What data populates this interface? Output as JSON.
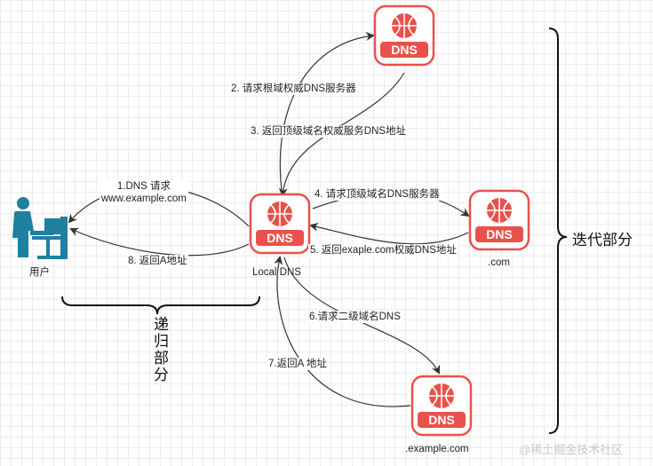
{
  "nodes": {
    "user": {
      "label": "用户"
    },
    "local_dns": {
      "label": "Local DNS"
    },
    "root_dns": {
      "label": ""
    },
    "com_dns": {
      "label": ".com"
    },
    "example_dns": {
      "label": ".example.com"
    }
  },
  "dns_icon_text": "DNS",
  "edges": [
    {
      "id": "e1",
      "label_lines": [
        "1.DNS 请求",
        "www.example.com"
      ]
    },
    {
      "id": "e2",
      "label_lines": [
        "2. 请求根域权威DNS服务器"
      ]
    },
    {
      "id": "e3",
      "label_lines": [
        "3. 返回顶级域名权威服务DNS地址"
      ]
    },
    {
      "id": "e4",
      "label_lines": [
        "4. 请求顶级域名DNS服务器"
      ]
    },
    {
      "id": "e5",
      "label_lines": [
        "5. 返回exaple.com权威DNS地址"
      ]
    },
    {
      "id": "e6",
      "label_lines": [
        "6.请求二级域名DNS"
      ]
    },
    {
      "id": "e7",
      "label_lines": [
        "7.返回A 地址"
      ]
    },
    {
      "id": "e8",
      "label_lines": [
        "8. 返回A地址"
      ]
    }
  ],
  "braces": {
    "iterative": "迭代部分",
    "recursive": "递归部分"
  },
  "watermark": "@稀土掘金技术社区",
  "colors": {
    "dns_red": "#e8524a",
    "user_teal": "#1f80a0",
    "line": "#333333"
  }
}
